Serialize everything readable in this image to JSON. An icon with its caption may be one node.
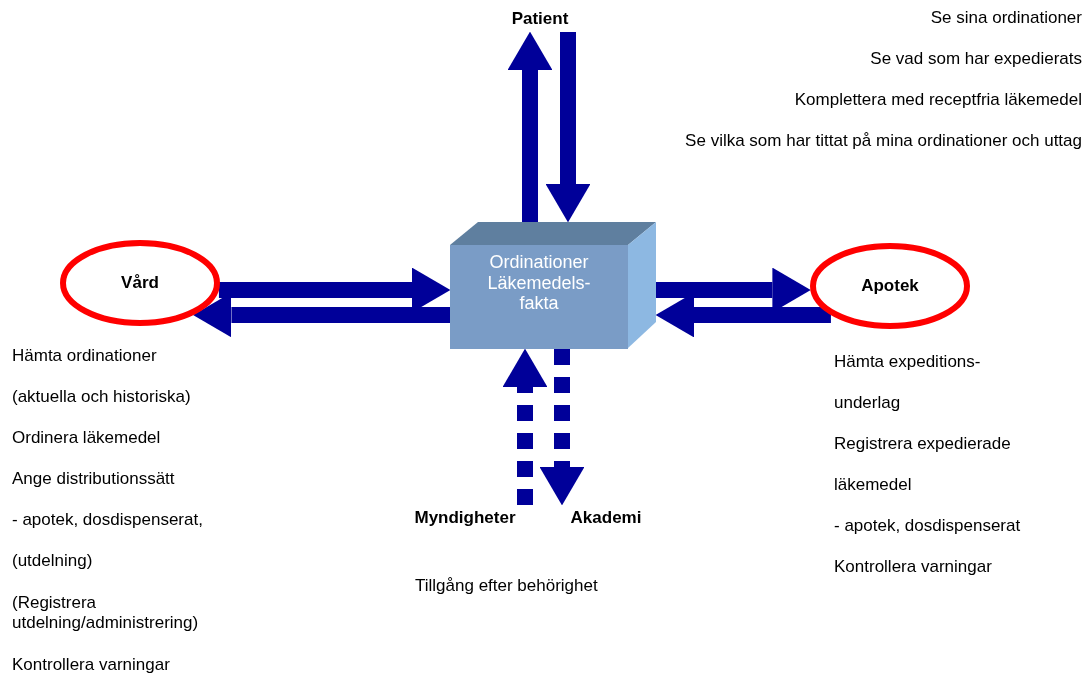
{
  "diagram": {
    "nodes": [
      {
        "text": [
          "Ordinationer Läkemedels-fakta"
        ]
      },
      {
        "text": [
          "Patient"
        ],
        "beside": [
          "Se sina ordinationer",
          "Se vad som har expedierats",
          "Komplettera med receptfria läkemedel",
          "Se vilka som har tittat på mina ordinationer och uttag"
        ]
      },
      {
        "text": [
          "Vård"
        ],
        "beside": [
          "Hämta ordinationer",
          "(aktuella och historiska)",
          "Ordinera läkemedel",
          "Ange distributionssätt",
          "- apotek, dosdispenserat,",
          "(utdelning)",
          "(Registrera utdelning/administrering)",
          "Kontrollera varningar"
        ]
      },
      {
        "text": [
          "Apotek"
        ],
        "beside": [
          "Hämta expeditions-",
          "underlag",
          "Registrera expedierade",
          "läkemedel",
          "- apotek, dosdispenserat",
          "Kontrollera varningar"
        ]
      },
      {
        "text": [
          "Myndigheter"
        ]
      },
      {
        "text": [
          "Akademi"
        ]
      }
    ],
    "edges": [
      {
        "from": 0,
        "to": 1,
        "arrow": "to"
      },
      {
        "from": 1,
        "to": 0,
        "arrow": "to"
      },
      {
        "from": 2,
        "to": 0,
        "arrow": "to"
      },
      {
        "from": 0,
        "to": 2,
        "arrow": "to"
      },
      {
        "from": 0,
        "to": 3,
        "arrow": "to"
      },
      {
        "from": 3,
        "to": 0,
        "arrow": "to"
      },
      {
        "from": 4,
        "to": 0,
        "arrow": "to",
        "style": "dashed"
      },
      {
        "from": 0,
        "to": 5,
        "arrow": "to",
        "style": "dashed"
      }
    ],
    "labels": [
      "Tillgång efter behörighet"
    ]
  }
}
